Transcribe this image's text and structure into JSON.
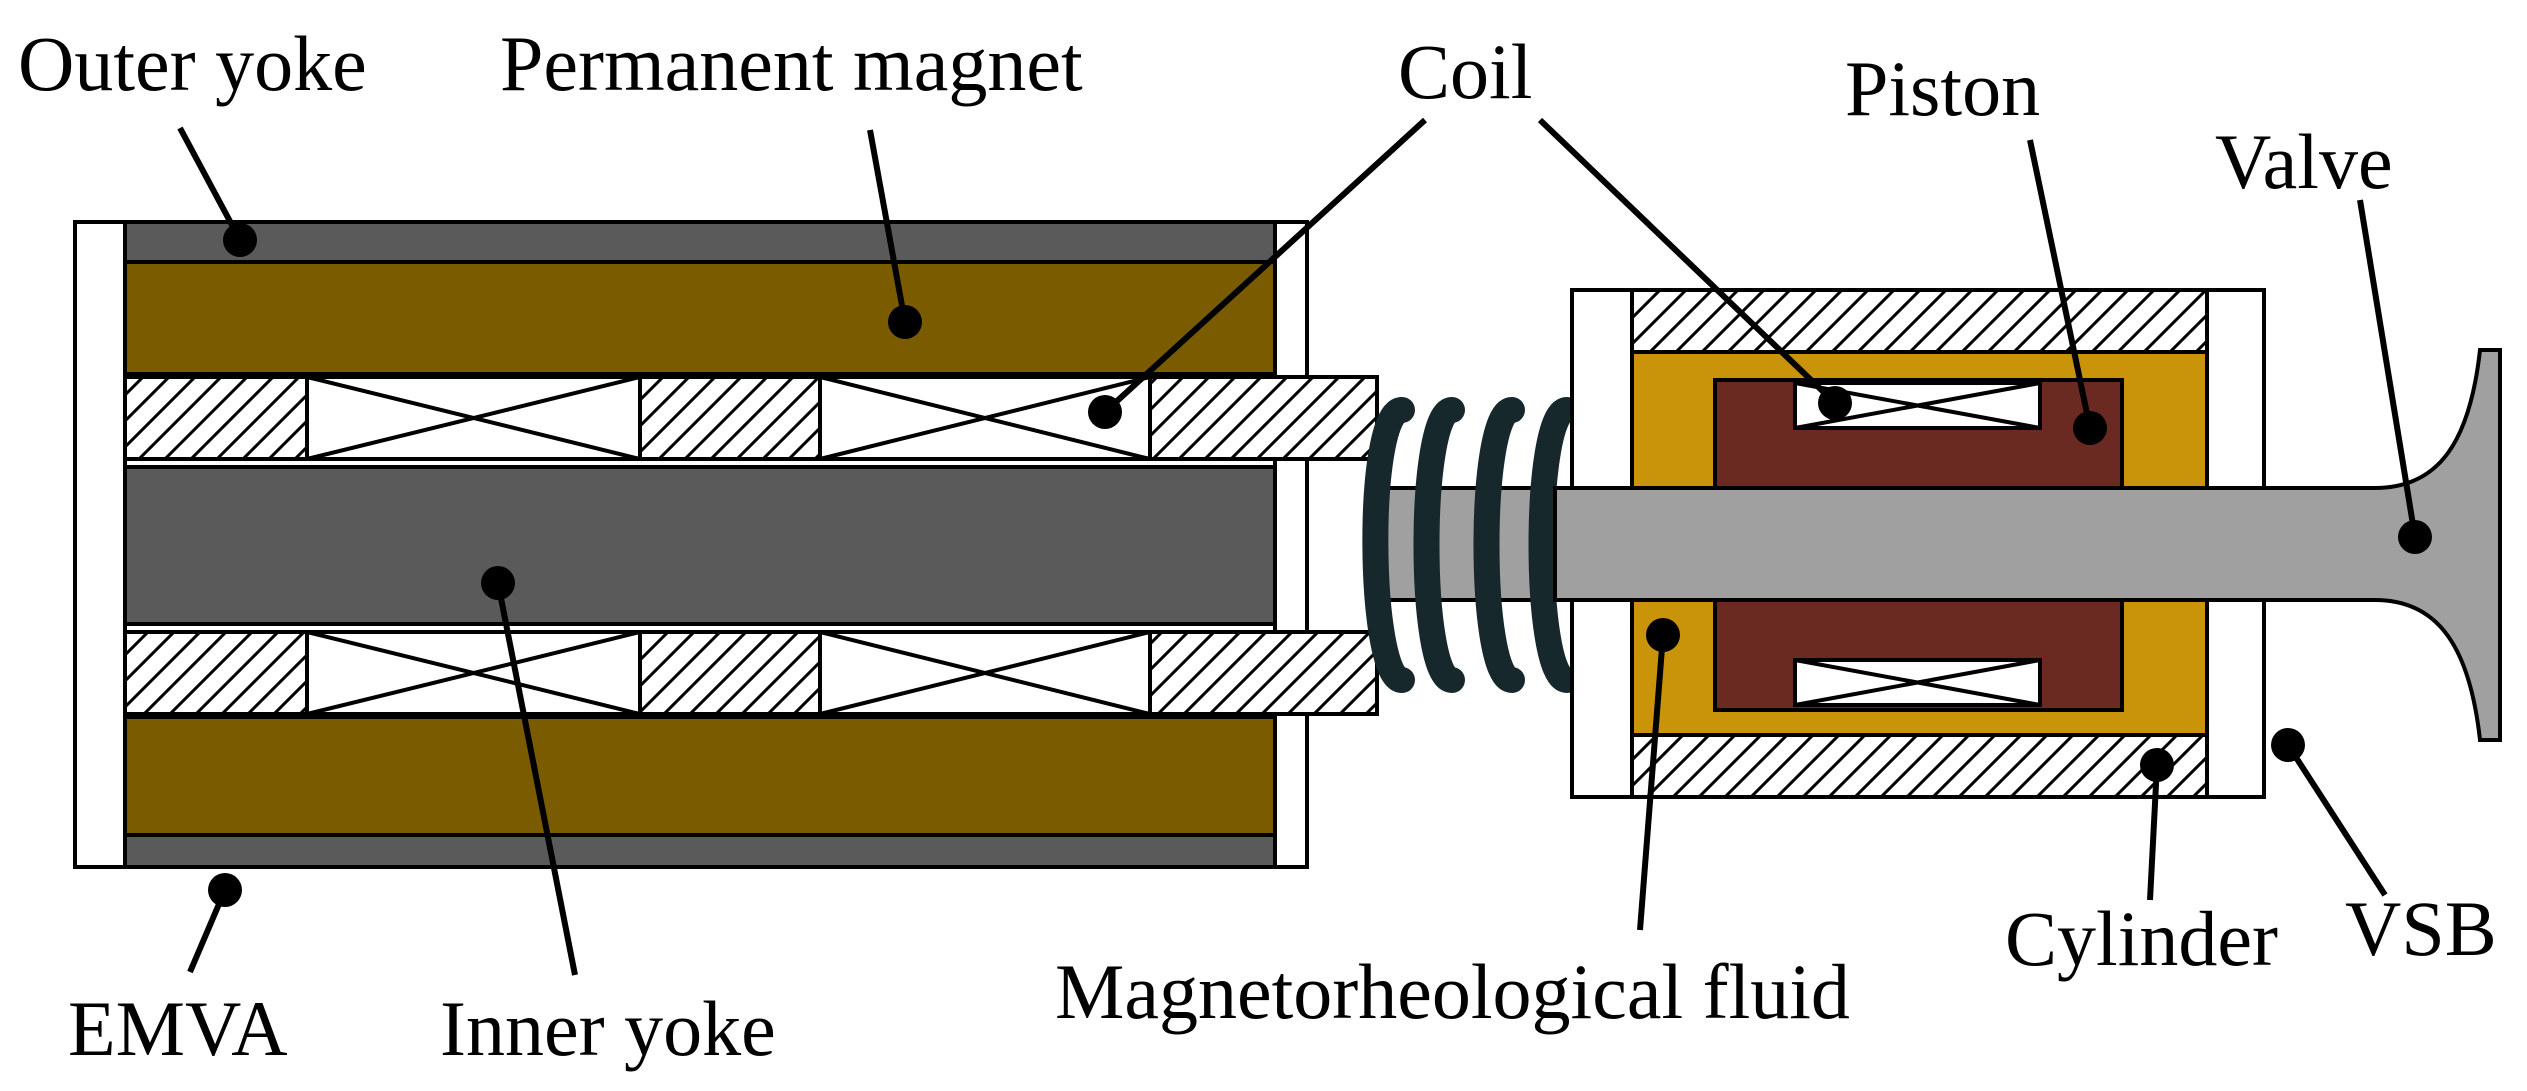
{
  "labels": {
    "outer_yoke": "Outer yoke",
    "permanent_magnet": "Permanent magnet",
    "coil": "Coil",
    "piston": "Piston",
    "valve": "Valve",
    "emva": "EMVA",
    "inner_yoke": "Inner yoke",
    "mr_fluid": "Magnetorheological fluid",
    "cylinder": "Cylinder",
    "vsb": "VSB"
  },
  "colors": {
    "outer_yoke": "#5a5a5a",
    "permanent_magnet": "#7b5b00",
    "inner_yoke": "#5a5a5a",
    "spring": "#17282d",
    "valve_stem": "#a0a0a0",
    "mr_fluid": "#c9940a",
    "piston": "#6a2a22",
    "line": "#000000",
    "background": "#ffffff"
  }
}
